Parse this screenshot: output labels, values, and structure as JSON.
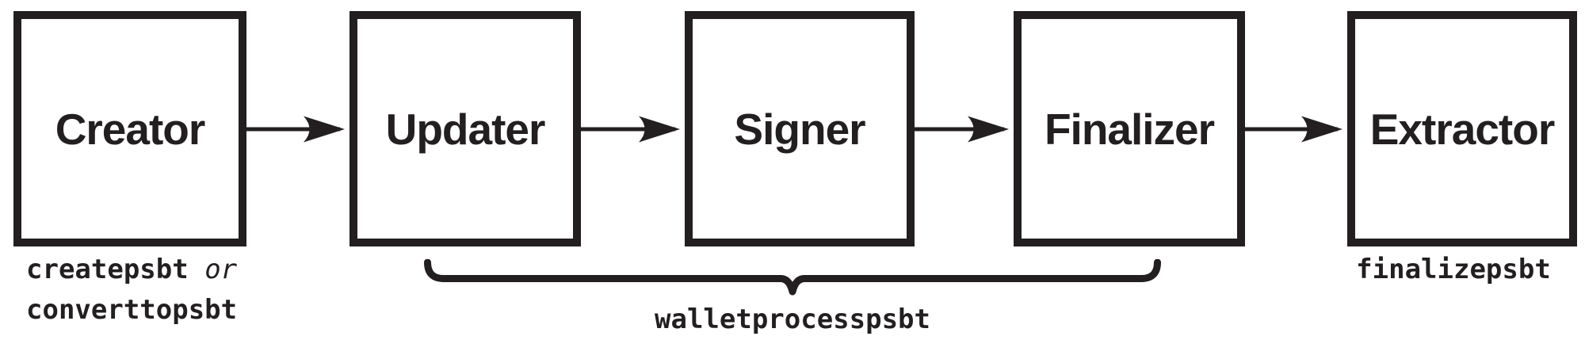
{
  "diagram": {
    "title_implied": "PSBT roles workflow",
    "boxes": [
      {
        "label": "Creator"
      },
      {
        "label": "Updater"
      },
      {
        "label": "Signer"
      },
      {
        "label": "Finalizer"
      },
      {
        "label": "Extractor"
      }
    ],
    "arrows": [
      {
        "from": "Creator",
        "to": "Updater"
      },
      {
        "from": "Updater",
        "to": "Signer"
      },
      {
        "from": "Signer",
        "to": "Finalizer"
      },
      {
        "from": "Finalizer",
        "to": "Extractor"
      }
    ],
    "creator_annotation": {
      "code1": "createpsbt",
      "conjunction": "or",
      "code2": "converttopsbt"
    },
    "brace_annotation": {
      "label": "walletprocesspsbt",
      "spans_boxes": [
        "Updater",
        "Signer",
        "Finalizer"
      ]
    },
    "extractor_annotation": {
      "label": "finalizepsbt"
    },
    "colors": {
      "ink": "#231f20",
      "background": "#ffffff"
    }
  }
}
